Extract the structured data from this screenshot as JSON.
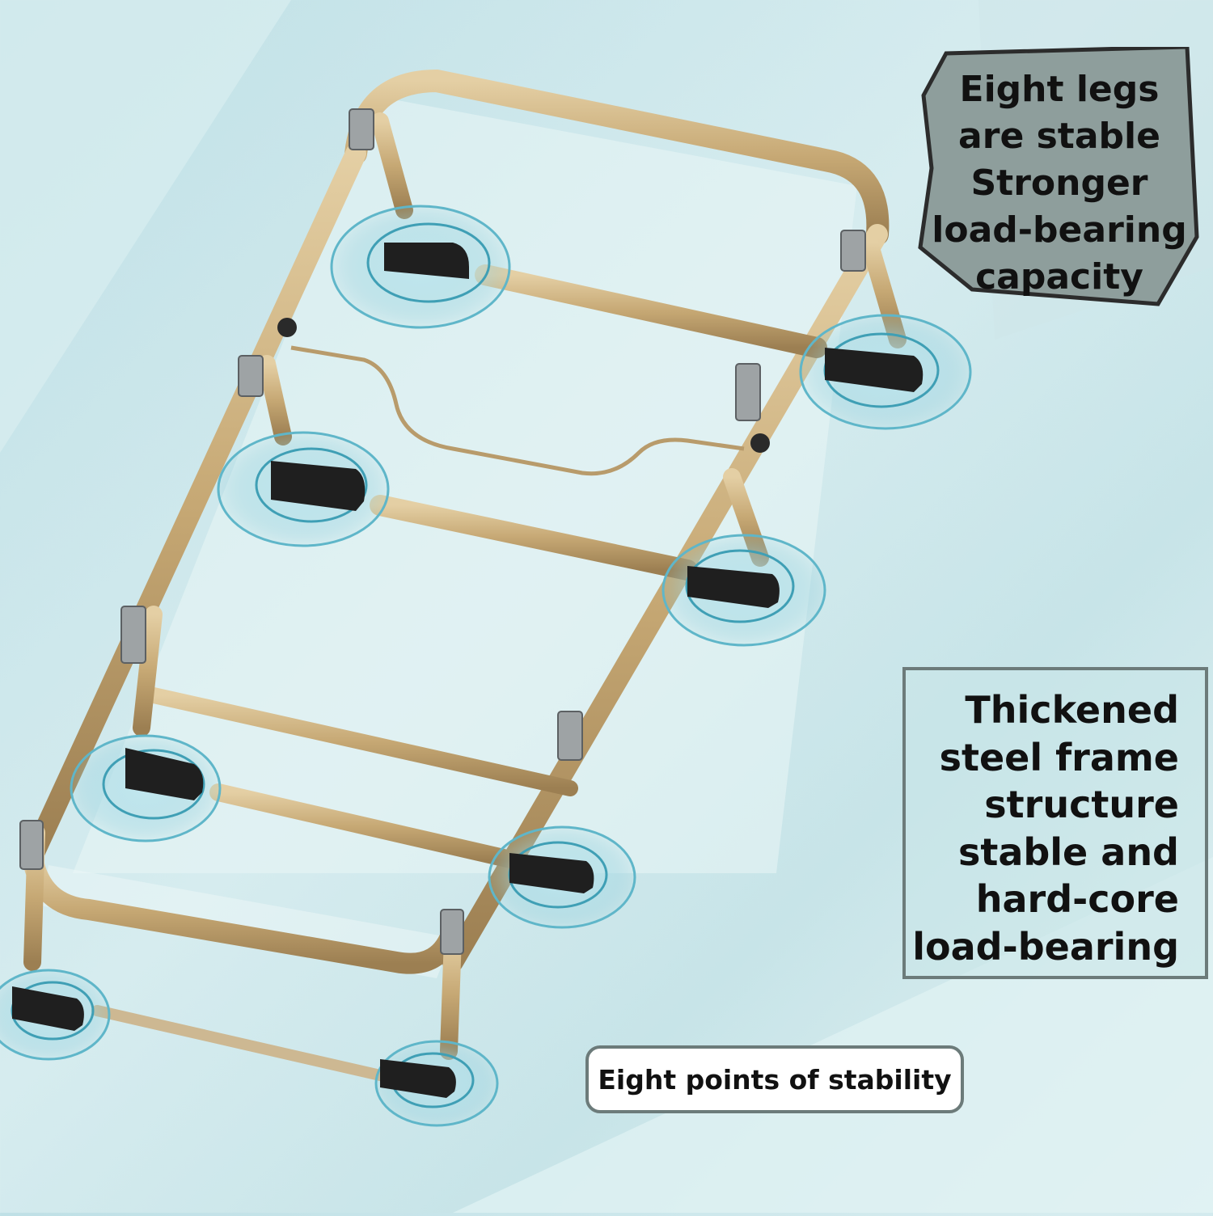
{
  "callouts": {
    "legs": [
      "Eight legs",
      "are stable",
      "Stronger",
      "load-bearing",
      "capacity"
    ],
    "frame": [
      "Thickened",
      "steel frame",
      "structure",
      "stable and",
      "hard-core",
      "load-bearing"
    ],
    "points": "Eight points of stability"
  },
  "colors": {
    "background": "#cfe8ec",
    "frame": "#c7a978",
    "foot": "#1f1f1f",
    "ring": "#4aa9c0",
    "callout_fill": "#8e9e9c",
    "callout_border": "#2c2c2c"
  }
}
